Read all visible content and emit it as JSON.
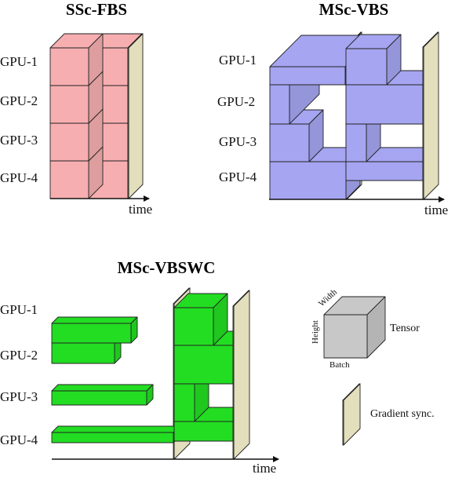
{
  "colors": {
    "fbs_fill": "#f7aeb0",
    "fbs_title": "#e02828",
    "vbs_fill": "#a5a5f2",
    "vbs_title": "#5555c6",
    "vbswc_fill": "#22dd22",
    "vbswc_title": "#33cc33",
    "sync_fill": "#fcf7d0",
    "tensor_fill": "#c8c8c8"
  },
  "panels": {
    "fbs": {
      "title": "SSc-FBS",
      "gpu_labels": [
        "GPU-1",
        "GPU-2",
        "GPU-3",
        "GPU-4"
      ],
      "axis_label": "time"
    },
    "vbs": {
      "title": "MSc-VBS",
      "gpu_labels": [
        "GPU-1",
        "GPU-2",
        "GPU-3",
        "GPU-4"
      ],
      "axis_label": "time"
    },
    "vbswc": {
      "title": "MSc-VBSWC",
      "gpu_labels": [
        "GPU-1",
        "GPU-2",
        "GPU-3",
        "GPU-4"
      ],
      "axis_label": "time"
    }
  },
  "legend": {
    "tensor_label": "Tensor",
    "dim_height": "Height",
    "dim_width": "Width",
    "dim_batch": "Batch",
    "sync_label": "Gradient sync."
  }
}
